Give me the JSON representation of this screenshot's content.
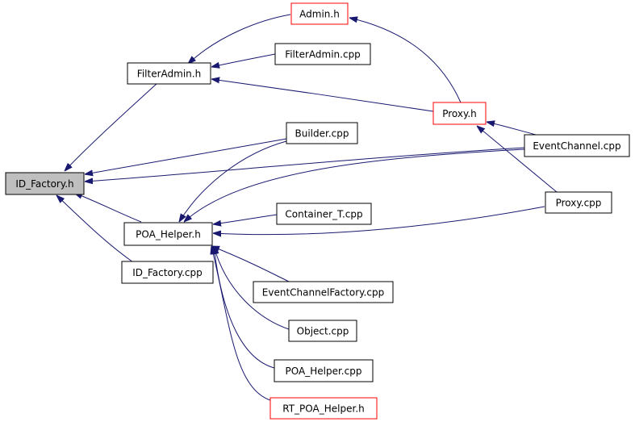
{
  "colors": {
    "edge": "#191970",
    "node_border_default": "#000000",
    "node_border_highlight": "#ff0000",
    "node_fill_root": "#bfbfbf",
    "node_fill_default": "#ffffff"
  },
  "nodes": [
    {
      "id": "id_factory_h",
      "label": "ID_Factory.h",
      "style": "root"
    },
    {
      "id": "filteradmin_h",
      "label": "FilterAdmin.h",
      "style": "default"
    },
    {
      "id": "admin_h",
      "label": "Admin.h",
      "style": "highlight"
    },
    {
      "id": "filteradmin_cpp",
      "label": "FilterAdmin.cpp",
      "style": "default"
    },
    {
      "id": "proxy_h",
      "label": "Proxy.h",
      "style": "highlight"
    },
    {
      "id": "builder_cpp",
      "label": "Builder.cpp",
      "style": "default"
    },
    {
      "id": "eventchannel_cpp",
      "label": "EventChannel.cpp",
      "style": "default"
    },
    {
      "id": "proxy_cpp",
      "label": "Proxy.cpp",
      "style": "default"
    },
    {
      "id": "poa_helper_h",
      "label": "POA_Helper.h",
      "style": "default"
    },
    {
      "id": "container_t_cpp",
      "label": "Container_T.cpp",
      "style": "default"
    },
    {
      "id": "id_factory_cpp",
      "label": "ID_Factory.cpp",
      "style": "default"
    },
    {
      "id": "eventchannelfactory_cpp",
      "label": "EventChannelFactory.cpp",
      "style": "default"
    },
    {
      "id": "object_cpp",
      "label": "Object.cpp",
      "style": "default"
    },
    {
      "id": "poa_helper_cpp",
      "label": "POA_Helper.cpp",
      "style": "default"
    },
    {
      "id": "rt_poa_helper_h",
      "label": "RT_POA_Helper.h",
      "style": "highlight"
    }
  ],
  "edges": [
    {
      "from": "filteradmin_h",
      "to": "id_factory_h"
    },
    {
      "from": "admin_h",
      "to": "filteradmin_h"
    },
    {
      "from": "filteradmin_cpp",
      "to": "filteradmin_h"
    },
    {
      "from": "proxy_h",
      "to": "filteradmin_h"
    },
    {
      "from": "proxy_h",
      "to": "admin_h"
    },
    {
      "from": "eventchannel_cpp",
      "to": "proxy_h"
    },
    {
      "from": "proxy_cpp",
      "to": "proxy_h"
    },
    {
      "from": "builder_cpp",
      "to": "id_factory_h"
    },
    {
      "from": "eventchannel_cpp",
      "to": "id_factory_h"
    },
    {
      "from": "poa_helper_h",
      "to": "id_factory_h"
    },
    {
      "from": "id_factory_cpp",
      "to": "id_factory_h"
    },
    {
      "from": "builder_cpp",
      "to": "poa_helper_h"
    },
    {
      "from": "eventchannel_cpp",
      "to": "poa_helper_h"
    },
    {
      "from": "container_t_cpp",
      "to": "poa_helper_h"
    },
    {
      "from": "proxy_cpp",
      "to": "poa_helper_h"
    },
    {
      "from": "eventchannelfactory_cpp",
      "to": "poa_helper_h"
    },
    {
      "from": "object_cpp",
      "to": "poa_helper_h"
    },
    {
      "from": "poa_helper_cpp",
      "to": "poa_helper_h"
    },
    {
      "from": "rt_poa_helper_h",
      "to": "poa_helper_h"
    }
  ]
}
